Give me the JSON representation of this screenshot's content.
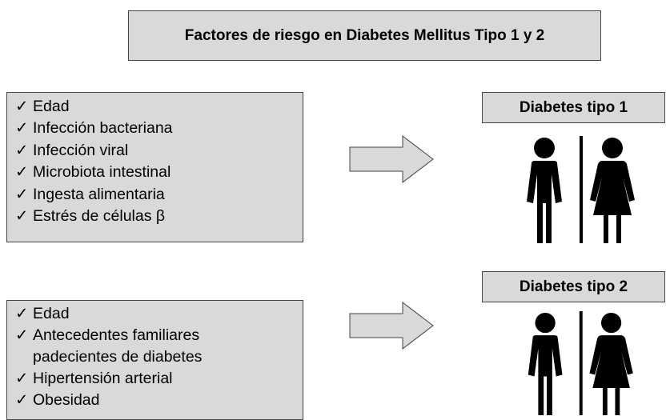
{
  "title": "Factores de riesgo en Diabetes Mellitus Tipo 1 y 2",
  "check_mark": "✓",
  "type1": {
    "label": "Diabetes tipo 1",
    "factors": [
      "Edad",
      "Infección bacteriana",
      "Infección viral",
      "Microbiota intestinal",
      "Ingesta alimentaria",
      "Estrés de células β"
    ]
  },
  "type2": {
    "label": "Diabetes tipo 2",
    "factors": [
      "Edad",
      "Antecedentes familiares",
      "padecientes de diabetes",
      "Hipertensión arterial",
      "Obesidad"
    ]
  },
  "colors": {
    "box_fill": "#d9d9d9",
    "border": "#444444",
    "icon": "#000000"
  },
  "icons": [
    "arrow-right-icon",
    "man-icon",
    "woman-icon"
  ]
}
